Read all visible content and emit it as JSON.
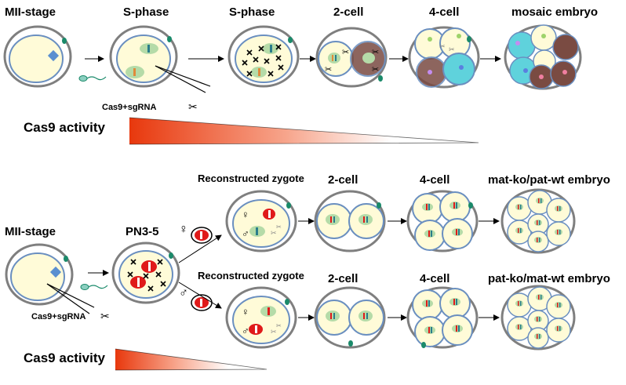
{
  "top_row": {
    "stages": [
      "MII-stage",
      "S-phase",
      "S-phase",
      "2-cell",
      "4-cell",
      "mosaic embryo"
    ],
    "injection_label": "Cas9+sgRNA",
    "activity_label": "Cas9 activity"
  },
  "bottom_row": {
    "stage_mii": "MII-stage",
    "stage_pn": "PN3-5",
    "injection_label": "Cas9+sgRNA",
    "activity_label": "Cas9 activity",
    "upper_branch": [
      "Reconstructed zygote",
      "2-cell",
      "4-cell",
      "mat-ko/pat-wt embryo"
    ],
    "lower_branch": [
      "Reconstructed zygote",
      "2-cell",
      "4-cell",
      "pat-ko/mat-wt embryo"
    ],
    "female_symbol": "♀",
    "male_symbol": "♂"
  },
  "colors": {
    "zona": "#7f7f7f",
    "membrane": "#6a8fc0",
    "cytoplasm": "#fffbd8",
    "pronucleus": "#b5dba8",
    "polar_body": "#1a8a6a",
    "mosaic_cyan": "#5fd2dc",
    "mosaic_brown": "#7a4b42",
    "red_pn": "#e01a1a",
    "gradient_start": "#e8380d"
  }
}
